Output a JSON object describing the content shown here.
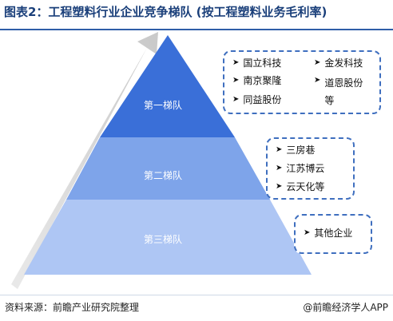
{
  "title": "图表2：工程塑料行业企业竞争梯队 (按工程塑料业务毛利率)",
  "tiers": [
    {
      "label": "第一梯队",
      "companies": [
        "国立科技",
        "金发科技",
        "南京聚隆",
        "道恩股份\n等",
        "同益股份"
      ]
    },
    {
      "label": "第二梯队",
      "companies": [
        "三房巷",
        "江苏博云",
        "云天化等"
      ]
    },
    {
      "label": "第三梯队",
      "companies": [
        "其他企业"
      ]
    }
  ],
  "source": "资料来源：前瞻产业研究院整理",
  "brand": "@前瞻经济学人APP",
  "colors": {
    "tier1": "#3a6fd8",
    "tier2": "#7ea4ea",
    "tier3": "#aec6f4",
    "border": "#3f6fbf",
    "title": "#1a3f7a"
  }
}
